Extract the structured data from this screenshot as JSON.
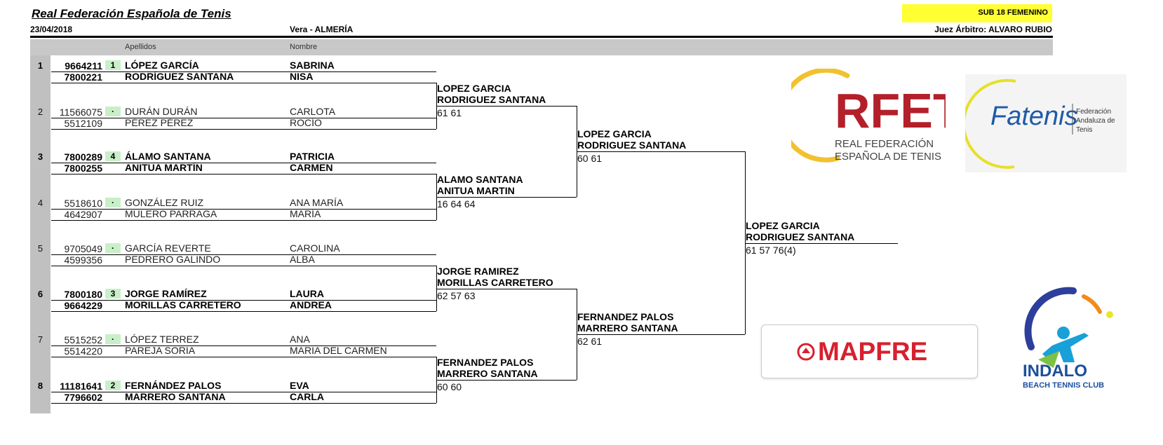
{
  "header": {
    "title": "Real Federación Española de Tenis",
    "date": "23/04/2018",
    "venue": "Vera - ALMERÍA",
    "category": "SUB 18 FEMENINO",
    "referee": "Juez Árbitro: ALVARO RUBIO",
    "col_apellidos": "Apellidos",
    "col_nombre": "Nombre"
  },
  "draw": [
    {
      "pos": "1",
      "p1": {
        "license": "9664211",
        "seed": "1",
        "surname": "LÓPEZ GARCÍA",
        "name": "SABRINA"
      },
      "p2": {
        "license": "7800221",
        "surname": "RODRÍGUEZ SANTANA",
        "name": "NISA"
      },
      "bold": true
    },
    {
      "pos": "2",
      "p1": {
        "license": "11566075",
        "seed": "·",
        "surname": "DURÁN DURÁN",
        "name": "CARLOTA"
      },
      "p2": {
        "license": "5512109",
        "surname": "PÉREZ PÉREZ",
        "name": "ROCÍO"
      },
      "bold": false
    },
    {
      "pos": "3",
      "p1": {
        "license": "7800289",
        "seed": "4",
        "surname": "ÁLAMO SANTANA",
        "name": "PATRICIA"
      },
      "p2": {
        "license": "7800255",
        "surname": "ANITUA MARTÍN",
        "name": "CARMEN"
      },
      "bold": true
    },
    {
      "pos": "4",
      "p1": {
        "license": "5518610",
        "seed": "·",
        "surname": "GONZÁLEZ RUIZ",
        "name": "ANA MARÍA"
      },
      "p2": {
        "license": "4642907",
        "surname": "MULERO PARRAGA",
        "name": "MARÍA"
      },
      "bold": false
    },
    {
      "pos": "5",
      "p1": {
        "license": "9705049",
        "seed": "·",
        "surname": "GARCÍA REVERTE",
        "name": "CAROLINA"
      },
      "p2": {
        "license": "4599356",
        "surname": "PEDRERO GALINDO",
        "name": "ALBA"
      },
      "bold": false
    },
    {
      "pos": "6",
      "p1": {
        "license": "7800180",
        "seed": "3",
        "surname": "JORGE RAMÍREZ",
        "name": "LAURA"
      },
      "p2": {
        "license": "9664229",
        "surname": "MORILLAS CARRETERO",
        "name": "ANDREA"
      },
      "bold": true
    },
    {
      "pos": "7",
      "p1": {
        "license": "5515252",
        "seed": "·",
        "surname": "LÓPEZ TERREZ",
        "name": "ANA"
      },
      "p2": {
        "license": "5514220",
        "surname": "PAREJA SORIA",
        "name": "MARIA DEL CARMEN"
      },
      "bold": false
    },
    {
      "pos": "8",
      "p1": {
        "license": "11181641",
        "seed": "2",
        "surname": "FERNÁNDEZ PALOS",
        "name": "EVA"
      },
      "p2": {
        "license": "7796602",
        "surname": "MARRERO SANTANA",
        "name": "CARLA"
      },
      "bold": true
    }
  ],
  "round2": [
    {
      "line1": "LOPEZ GARCIA",
      "line2": "RODRIGUEZ SANTANA",
      "score": "61 61"
    },
    {
      "line1": "ALAMO SANTANA",
      "line2": "ANITUA MARTIN",
      "score": "16 64 64"
    },
    {
      "line1": "JORGE RAMIREZ",
      "line2": "MORILLAS CARRETERO",
      "score": "62 57 63"
    },
    {
      "line1": "FERNANDEZ PALOS",
      "line2": "MARRERO SANTANA",
      "score": "60 60"
    }
  ],
  "semis": [
    {
      "line1": "LOPEZ GARCIA",
      "line2": "RODRIGUEZ SANTANA",
      "score": "60 61"
    },
    {
      "line1": "FERNANDEZ PALOS",
      "line2": "MARRERO SANTANA",
      "score": "62 61"
    }
  ],
  "final": {
    "line1": "LOPEZ GARCIA",
    "line2": "RODRIGUEZ SANTANA",
    "score": "61 57 76(4)"
  },
  "logos": {
    "rfet": {
      "mark": "RFET",
      "line1": "REAL FEDERACIÓN",
      "line2": "ESPAÑOLA DE TENIS",
      "color": "#b3202a",
      "ring": "#f2c12e"
    },
    "fatenis": {
      "mark": "Fatenis",
      "line1": "Federación",
      "line2": "Andaluza de",
      "line3": "Tenis",
      "color": "#1e5aa8"
    },
    "mapfre": {
      "mark": "MAPFRE",
      "color": "#d8202f"
    },
    "indalo": {
      "line1": "INDALO",
      "line2": "BEACH TENNIS CLUB",
      "color": "#1b4f9c"
    }
  }
}
